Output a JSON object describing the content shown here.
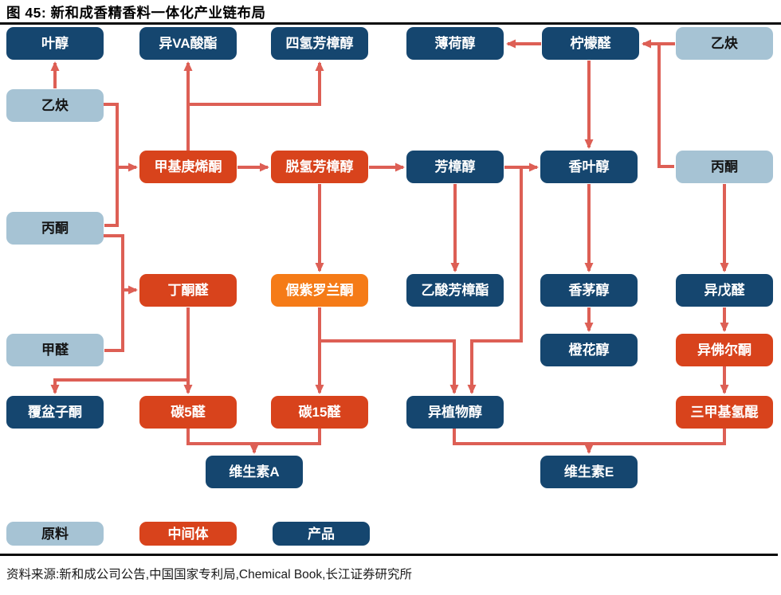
{
  "figure_title": "图 45: 新和成香精香料一体化产业链布局",
  "source_line": "资料来源:新和成公司公告,中国国家专利局,Chemical Book,长江证券研究所",
  "colors": {
    "raw_material": "#a6c3d4",
    "intermediate": "#d8431c",
    "intermediate_highlight": "#f57b17",
    "product": "#15466f",
    "arrow": "#dd5f55",
    "rule": "#0a0a0a"
  },
  "legend": {
    "raw_label": "原料",
    "intermediate_label": "中间体",
    "product_label": "产品"
  },
  "nodes": {
    "leaf_alcohol": {
      "label": "叶醇",
      "type": "product"
    },
    "iso_va_ester": {
      "label": "异VA酸酯",
      "type": "product"
    },
    "tetrahydrolinalool": {
      "label": "四氢芳樟醇",
      "type": "product"
    },
    "menthol": {
      "label": "薄荷醇",
      "type": "product"
    },
    "citral": {
      "label": "柠檬醛",
      "type": "product"
    },
    "acetylene_top": {
      "label": "乙炔",
      "type": "raw"
    },
    "acetylene_left": {
      "label": "乙炔",
      "type": "raw"
    },
    "methylheptenone": {
      "label": "甲基庚烯酮",
      "type": "intermediate"
    },
    "dehydrolinalool": {
      "label": "脱氢芳樟醇",
      "type": "intermediate"
    },
    "linalool": {
      "label": "芳樟醇",
      "type": "product"
    },
    "geraniol": {
      "label": "香叶醇",
      "type": "product"
    },
    "acetone_right": {
      "label": "丙酮",
      "type": "raw"
    },
    "acetone_left": {
      "label": "丙酮",
      "type": "raw"
    },
    "butanone_aldehyde": {
      "label": "丁酮醛",
      "type": "intermediate"
    },
    "pseudoionone": {
      "label": "假紫罗兰酮",
      "type": "intermediate_highlight"
    },
    "linalyl_acetate": {
      "label": "乙酸芳樟酯",
      "type": "product"
    },
    "citronellol": {
      "label": "香茅醇",
      "type": "product"
    },
    "isovaleraldehyde": {
      "label": "异戊醛",
      "type": "product"
    },
    "formaldehyde": {
      "label": "甲醛",
      "type": "raw"
    },
    "nerol": {
      "label": "橙花醇",
      "type": "product"
    },
    "isophorone": {
      "label": "异佛尔酮",
      "type": "intermediate"
    },
    "raspberry_ketone": {
      "label": "覆盆子酮",
      "type": "product"
    },
    "c5_aldehyde": {
      "label": "碳5醛",
      "type": "intermediate"
    },
    "c15_aldehyde": {
      "label": "碳15醛",
      "type": "intermediate"
    },
    "isophytol": {
      "label": "异植物醇",
      "type": "product"
    },
    "trimethylhydroquinone": {
      "label": "三甲基氢醌",
      "type": "intermediate"
    },
    "vitamin_a": {
      "label": "维生素A",
      "type": "product"
    },
    "vitamin_e": {
      "label": "维生素E",
      "type": "product"
    }
  },
  "edges": [
    {
      "from": "acetylene_left",
      "to": "leaf_alcohol"
    },
    {
      "from": "acetylene_left",
      "to": "methylheptenone"
    },
    {
      "from": "acetone_left",
      "to": "methylheptenone"
    },
    {
      "from": "methylheptenone",
      "to": "iso_va_ester"
    },
    {
      "from": "methylheptenone",
      "to": "tetrahydrolinalool"
    },
    {
      "from": "methylheptenone",
      "to": "dehydrolinalool"
    },
    {
      "from": "acetone_left",
      "to": "butanone_aldehyde"
    },
    {
      "from": "formaldehyde",
      "to": "butanone_aldehyde"
    },
    {
      "from": "butanone_aldehyde",
      "to": "raspberry_ketone"
    },
    {
      "from": "butanone_aldehyde",
      "to": "c5_aldehyde"
    },
    {
      "from": "dehydrolinalool",
      "to": "linalool"
    },
    {
      "from": "dehydrolinalool",
      "to": "pseudoionone"
    },
    {
      "from": "pseudoionone",
      "to": "c15_aldehyde"
    },
    {
      "from": "pseudoionone",
      "to": "isophytol"
    },
    {
      "from": "linalool",
      "to": "linalyl_acetate"
    },
    {
      "from": "linalool",
      "to": "geraniol"
    },
    {
      "from": "linalool",
      "to": "isophytol"
    },
    {
      "from": "c5_aldehyde",
      "to": "vitamin_a"
    },
    {
      "from": "c15_aldehyde",
      "to": "vitamin_a"
    },
    {
      "from": "citral",
      "to": "menthol"
    },
    {
      "from": "acetylene_top",
      "to": "citral"
    },
    {
      "from": "acetone_right",
      "to": "citral"
    },
    {
      "from": "citral",
      "to": "geraniol"
    },
    {
      "from": "geraniol",
      "to": "citronellol"
    },
    {
      "from": "citronellol",
      "to": "nerol"
    },
    {
      "from": "acetone_right",
      "to": "isovaleraldehyde"
    },
    {
      "from": "isovaleraldehyde",
      "to": "isophorone"
    },
    {
      "from": "isophorone",
      "to": "trimethylhydroquinone"
    },
    {
      "from": "isophytol",
      "to": "vitamin_e"
    },
    {
      "from": "trimethylhydroquinone",
      "to": "vitamin_e"
    }
  ]
}
